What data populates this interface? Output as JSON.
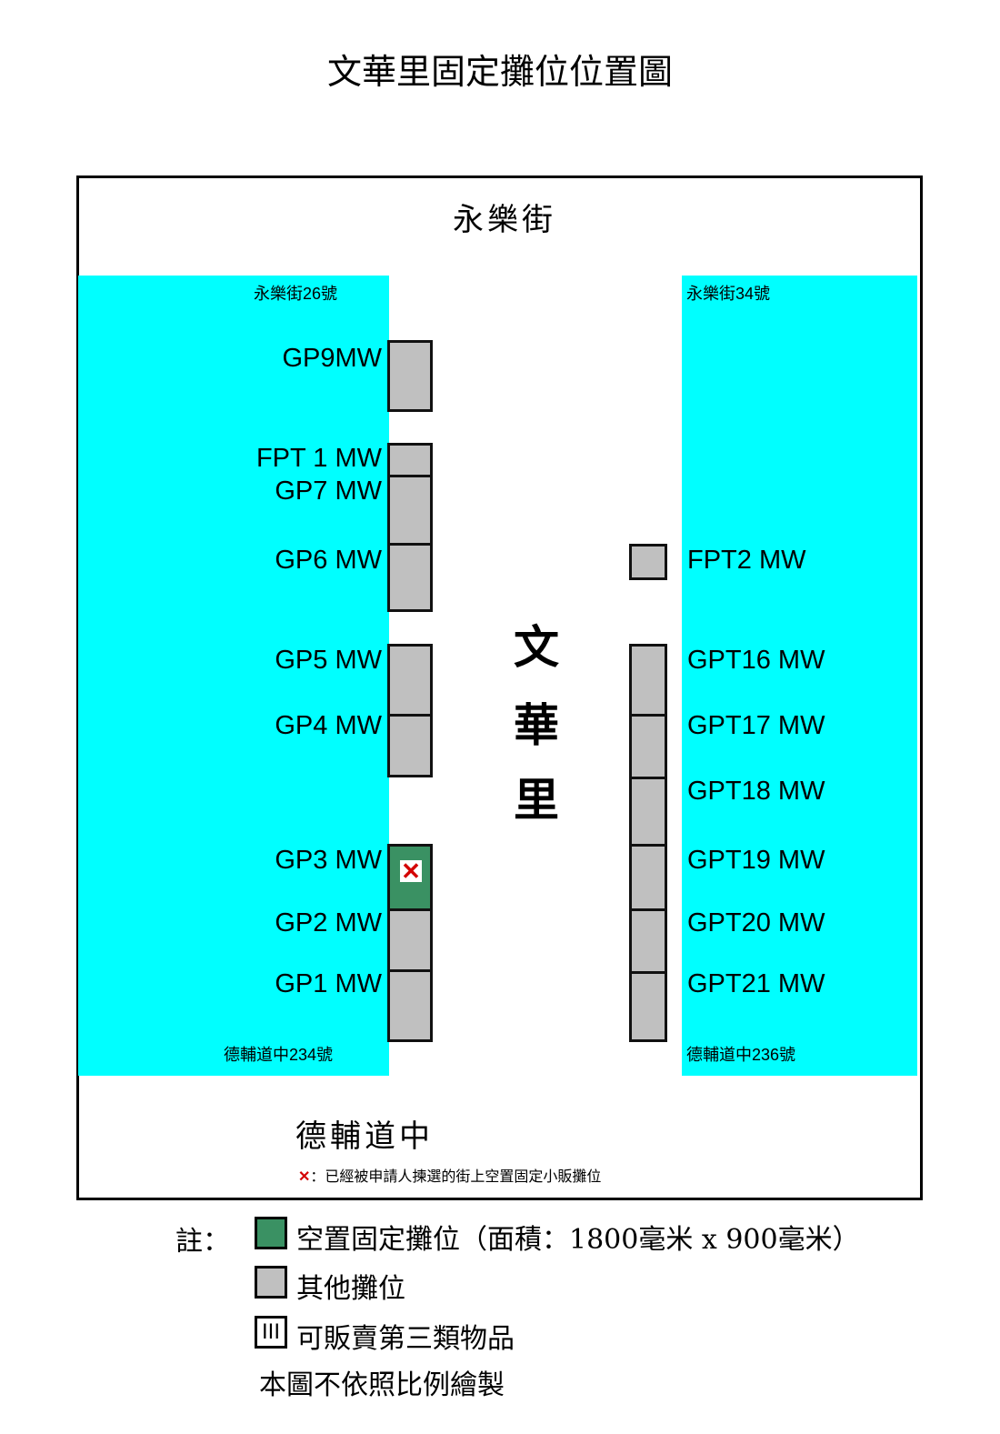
{
  "title": "文華里固定攤位位置圖",
  "streets": {
    "top": "永樂街",
    "bottom": "德輔道中",
    "lane": [
      "文",
      "華",
      "里"
    ]
  },
  "addresses": {
    "top_left": "永樂街26號",
    "top_right": "永樂街34號",
    "bottom_left": "德輔道中234號",
    "bottom_right": "德輔道中236號"
  },
  "stalls_left": [
    {
      "label": "GP9MW",
      "status": "other"
    },
    {
      "label": "FPT 1 MW",
      "status": "other"
    },
    {
      "label": "GP7 MW",
      "status": "other"
    },
    {
      "label": "GP6 MW",
      "status": "other"
    },
    {
      "label": "GP5 MW",
      "status": "other"
    },
    {
      "label": "GP4 MW",
      "status": "other"
    },
    {
      "label": "GP3 MW",
      "status": "vacant-selected"
    },
    {
      "label": "GP2 MW",
      "status": "other"
    },
    {
      "label": "GP1 MW",
      "status": "other"
    }
  ],
  "stalls_right": [
    {
      "label": "FPT2 MW",
      "status": "other"
    },
    {
      "label": "GPT16 MW",
      "status": "other"
    },
    {
      "label": "GPT17 MW",
      "status": "other"
    },
    {
      "label": "GPT18 MW",
      "status": "other"
    },
    {
      "label": "GPT19 MW",
      "status": "other"
    },
    {
      "label": "GPT20 MW",
      "status": "other"
    },
    {
      "label": "GPT21 MW",
      "status": "other"
    }
  ],
  "selected_note": {
    "mark": "✕",
    "text": "：已經被申請人揀選的街上空置固定小販攤位"
  },
  "legend": {
    "heading": "註：",
    "items": [
      {
        "symbol": "",
        "text": "空置固定攤位（面積：1800毫米 x 900毫米）"
      },
      {
        "symbol": "",
        "text": "其他攤位"
      },
      {
        "symbol": "III",
        "text": "可販賣第三類物品"
      }
    ],
    "footnote": "本圖不依照比例繪製"
  },
  "colors": {
    "pavement": "#00ffff",
    "other_stall": "#c0c0c0",
    "vacant_stall": "#3a9163",
    "selected_mark": "#d40000"
  }
}
